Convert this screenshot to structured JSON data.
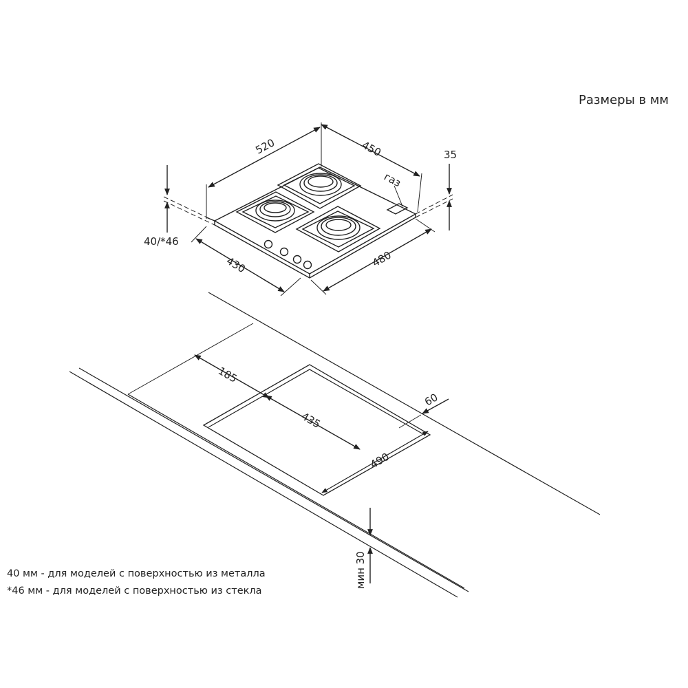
{
  "title": "Размеры в мм",
  "hob": {
    "dims": {
      "width_back": "520",
      "depth_right": "450",
      "height_right": "35",
      "height_left": "40/*46",
      "front_width": "430",
      "front_depth": "480",
      "gas_label": "газ"
    }
  },
  "cutout": {
    "dims": {
      "offset": "185",
      "edge_offset": "60",
      "width": "435",
      "depth": "490",
      "min_thickness": "мин 30"
    }
  },
  "notes": [
    "40 мм - для моделей с поверхностью из металла",
    "*46 мм - для моделей с поверхностью из стекла"
  ]
}
